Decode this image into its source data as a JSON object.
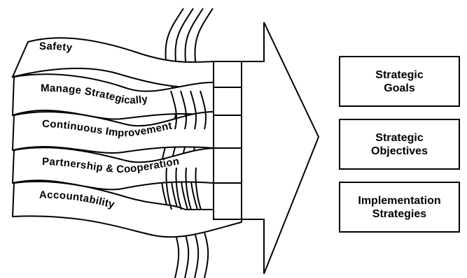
{
  "ribbons": [
    {
      "label": "Safety"
    },
    {
      "label": "Manage Strategically"
    },
    {
      "label": "Continuous Improvement"
    },
    {
      "label": "Partnership & Cooperation"
    },
    {
      "label": "Accountability"
    }
  ],
  "boxes": [
    {
      "label": "Strategic\nGoals"
    },
    {
      "label": "Strategic\nObjectives"
    },
    {
      "label": "Implementation\nStrategies"
    }
  ],
  "colors": {
    "stroke": "#000000",
    "fill": "#ffffff"
  }
}
